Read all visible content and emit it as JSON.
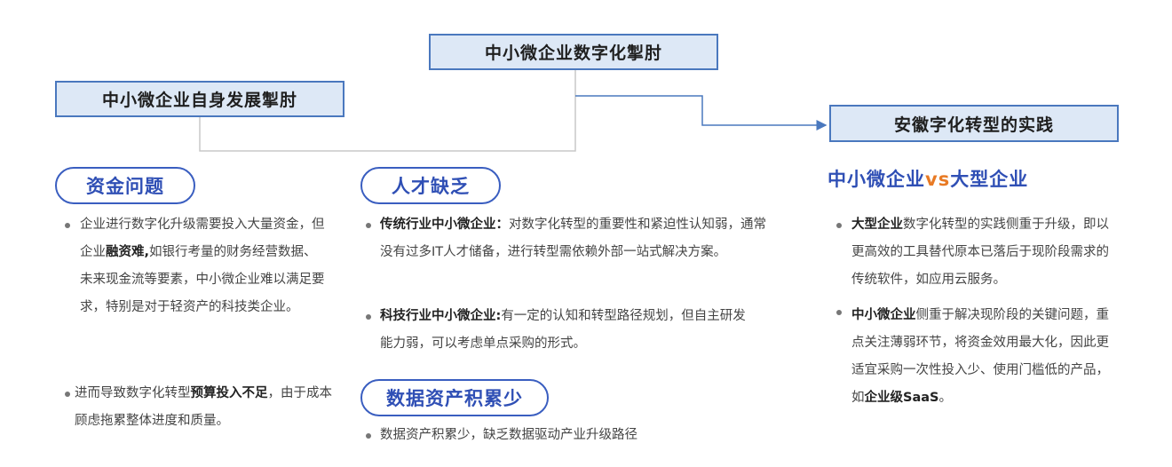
{
  "headers": {
    "top": "中小微企业数字化掣肘",
    "left": "中小微企业自身发展掣肘",
    "right": "安徽字化转型的实践"
  },
  "pills": {
    "funding": "资金问题",
    "talent": "人才缺乏",
    "data": "数据资产积累少"
  },
  "funding": {
    "b1_pre": "企业进行数字化升级需要投入大量资金，但企业",
    "b1_bold": "融资难,",
    "b1_post": "如银行考量的财务经营数据、未来现金流等要素，中小微企业难以满足要求，特别是对于轻资产的科技类企业。",
    "b2_pre": "进而导致数字化转型",
    "b2_bold": "预算投入不足",
    "b2_post": "，由于成本顾虑拖累整体进度和质量。"
  },
  "talent": {
    "b1_bold": "传统行业中小微企业：",
    "b1_post": "对数字化转型的重要性和紧迫性认知弱，通常没有过多IT人才储备，进行转型需依赖外部一站式解决方案。",
    "b2_bold": "科技行业中小微企业:",
    "b2_post": "有一定的认知和转型路径规划，但自主研发能力弱，可以考虑单点采购的形式。"
  },
  "data_assets": {
    "b1": "数据资产积累少，缺乏数据驱动产业升级路径"
  },
  "comparison": {
    "title_a": "中小微企业",
    "title_vs": "vs",
    "title_b": "大型企业",
    "b1_bold": "大型企业",
    "b1_post": "数字化转型的实践侧重于升级，即以更高效的工具替代原本已落后于现阶段需求的传统软件，如应用云服务。",
    "b2_bold": "中小微企业",
    "b2_mid": "侧重于解决现阶段的关键问题，重点关注薄弱环节，将资金效用最大化，因此更适宜采购一次性投入少、使用门槛低的产品，如",
    "b2_bold2": "企业级SaaS",
    "b2_end": "。"
  },
  "colors": {
    "header_fill": "#dde8f6",
    "header_border": "#4a78be",
    "pill_text": "#2f4fb5",
    "vs_accent": "#e87a24",
    "connector_gray": "#c8c8c8",
    "connector_blue": "#4a78be"
  }
}
